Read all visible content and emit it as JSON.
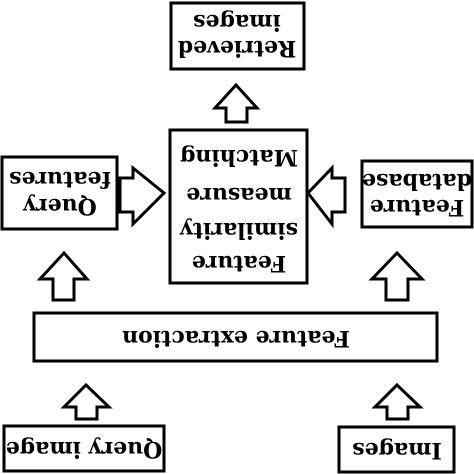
{
  "nodes": {
    "retrieved_images": {
      "lines": [
        "Retrieved",
        "images"
      ]
    },
    "query_features": {
      "lines": [
        "Query",
        "features"
      ]
    },
    "matching": {
      "lines": [
        "Feature",
        "similarity",
        "measure",
        "Matching"
      ]
    },
    "feature_database": {
      "lines": [
        "Feature",
        "database"
      ]
    },
    "feature_extraction": {
      "lines": [
        "Feature extraction"
      ]
    },
    "query_image": {
      "lines": [
        "Query image"
      ]
    },
    "images": {
      "lines": [
        "Images"
      ]
    }
  },
  "colors": {
    "stroke": "#000000",
    "fill": "#ffffff"
  }
}
